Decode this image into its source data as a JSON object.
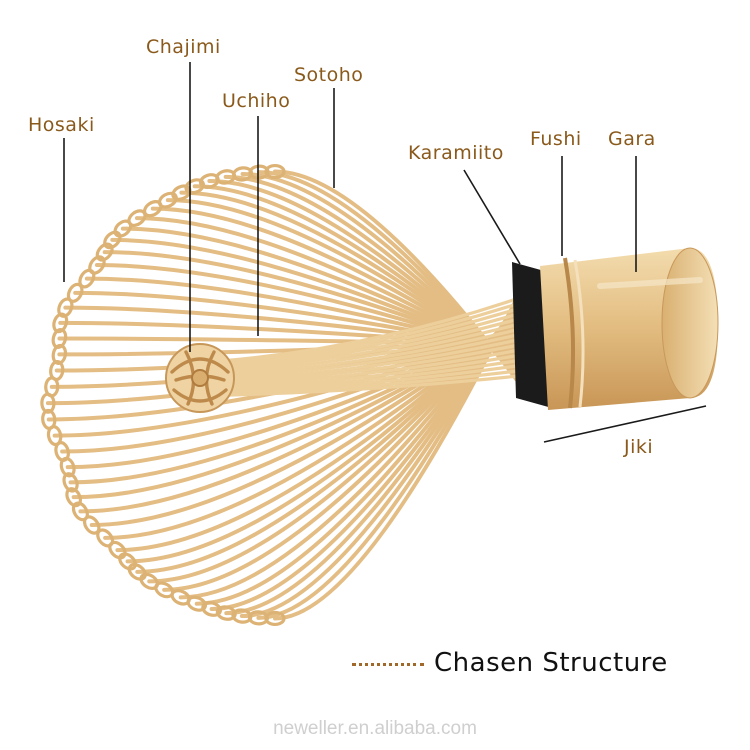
{
  "diagram": {
    "labels": {
      "chajimi": "Chajimi",
      "sotoho": "Sotoho",
      "uchiho": "Uchiho",
      "hosaki": "Hosaki",
      "karamiito": "Karamiito",
      "fushi": "Fushi",
      "gara": "Gara",
      "jiki": "Jiki"
    },
    "caption": "Chasen Structure",
    "watermark": "neweller.en.alibaba.com",
    "colors": {
      "label": "#8a5a1c",
      "bamboo": "#e6c38e",
      "bamboo_dark": "#b98746",
      "leader": "#1a1a1a"
    }
  }
}
